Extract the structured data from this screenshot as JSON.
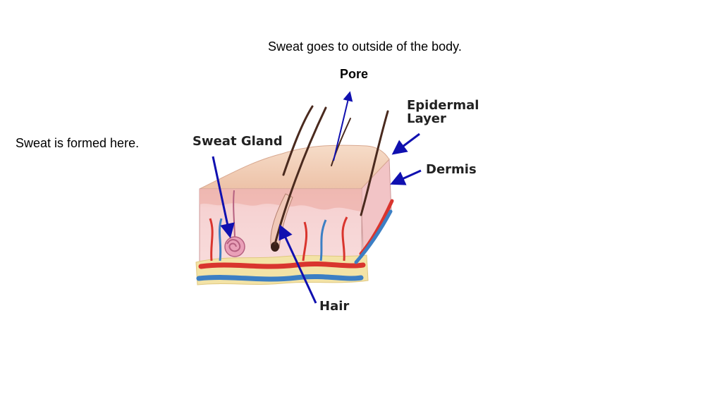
{
  "captions": {
    "top": "Sweat goes to outside of the body.",
    "left": "Sweat is formed here."
  },
  "labels": {
    "pore": "Pore",
    "sweat_gland": "Sweat Gland",
    "epidermal_line1": "Epidermal",
    "epidermal_line2": "Layer",
    "dermis": "Dermis",
    "hair": "Hair"
  },
  "colors": {
    "arrow": "#1010b0",
    "skin_surface": "#f3d2bc",
    "dermis_pink": "#f4c6cc",
    "artery": "#d9352e",
    "vein": "#3c7fc4",
    "hair": "#4a2a1e",
    "fat": "#f3e3a6"
  }
}
